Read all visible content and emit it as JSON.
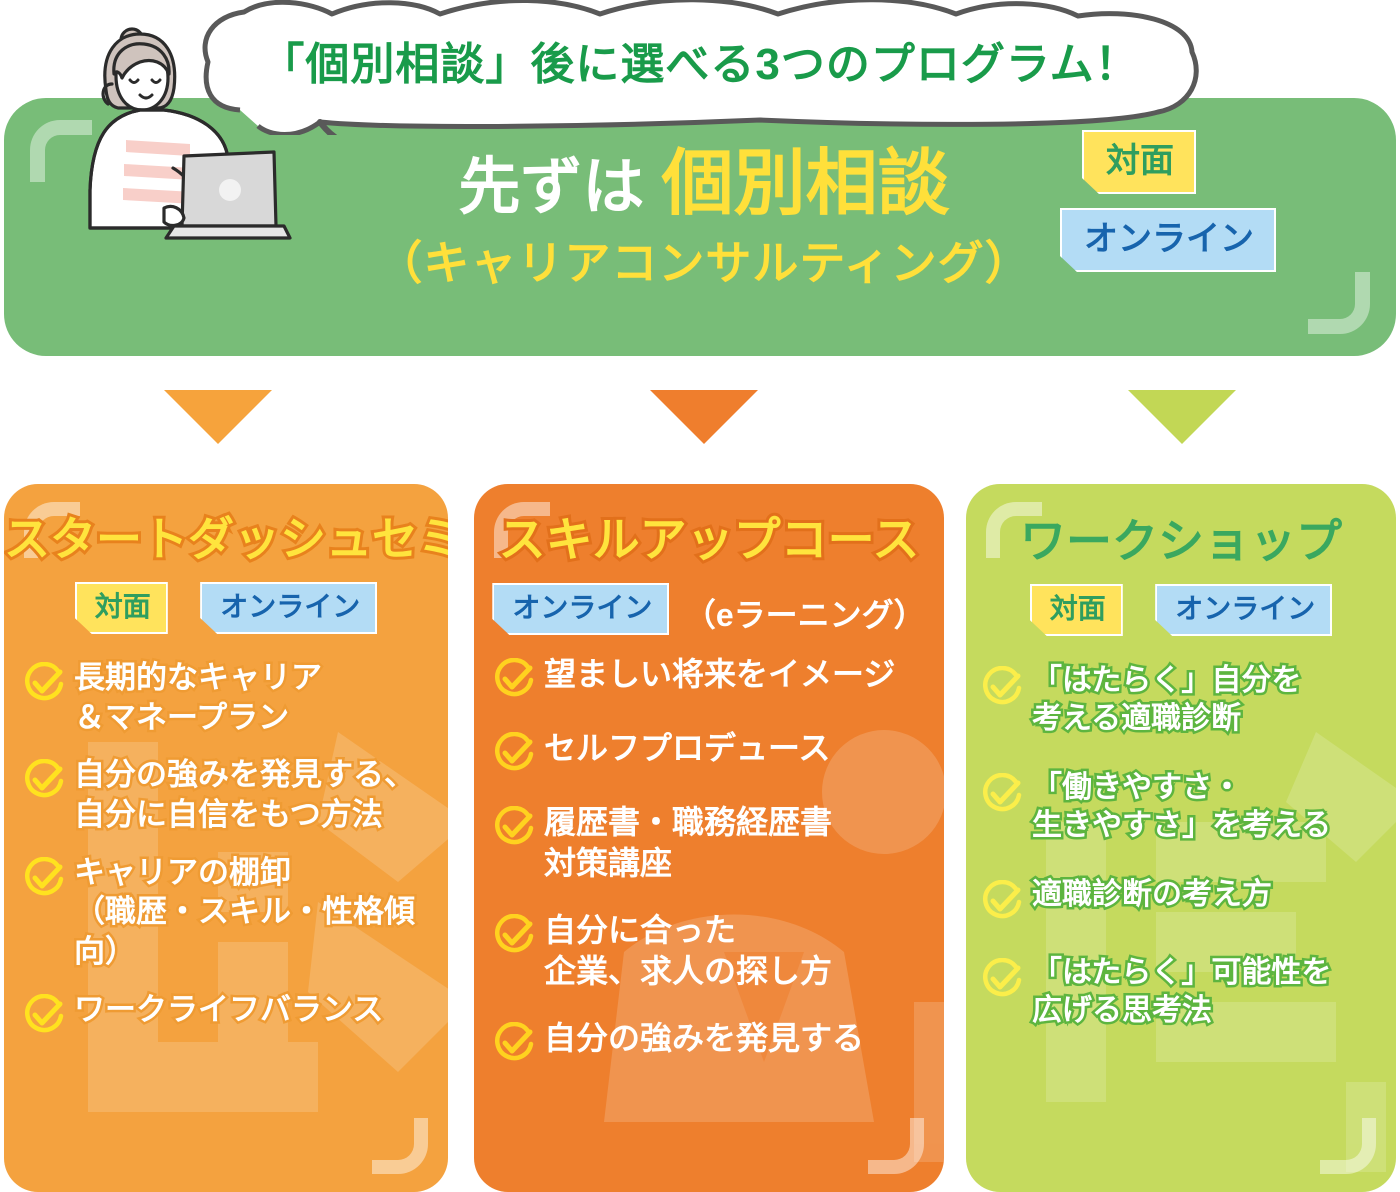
{
  "bubble": {
    "title": "「個別相談」後に選べる3つのプログラム！"
  },
  "hero": {
    "line1_plain": "先ずは",
    "line1_accent": "個別相談",
    "line2": "（キャリアコンサルティング）",
    "badges": [
      {
        "label": "対面",
        "style": "taimen"
      },
      {
        "label": "オンライン",
        "style": "online"
      }
    ]
  },
  "arrows": [
    {
      "color": "#f6a33c"
    },
    {
      "color": "#ef7e2d"
    },
    {
      "color": "#c2d755"
    }
  ],
  "colors": {
    "hero_green": "#78bd78",
    "title_green": "#199b4a",
    "accent_yellow": "#ffe03a",
    "card1_orange": "#f4a23f",
    "card2_orange": "#ee7f2d",
    "card3_green": "#c5da5e",
    "badge_yellow_bg": "#ffe35c",
    "badge_yellow_text": "#2f9e5f",
    "badge_blue_bg": "#b3dcf5",
    "badge_blue_text": "#1764ad",
    "check_yellow": "#ffe21f",
    "card3_title_green": "#3aa85f"
  },
  "cards": [
    {
      "title": "スタートダッシュセミナー",
      "badges": [
        {
          "label": "対面",
          "style": "taimen"
        },
        {
          "label": "オンライン",
          "style": "online"
        }
      ],
      "note": "",
      "items": [
        "長期的なキャリア\n＆マネープラン",
        "自分の強みを発見する、\n自分に自信をもつ方法",
        "キャリアの棚卸\n（職歴・スキル・性格傾向）",
        "ワークライフバランス"
      ]
    },
    {
      "title": "スキルアップコース",
      "badges": [
        {
          "label": "オンライン",
          "style": "online"
        }
      ],
      "note": "（eラーニング）",
      "items": [
        "望ましい将来をイメージ",
        "セルフプロデュース",
        "履歴書・職務経歴書\n対策講座",
        "自分に合った\n企業、求人の探し方",
        "自分の強みを発見する"
      ]
    },
    {
      "title": "ワークショップ",
      "badges": [
        {
          "label": "対面",
          "style": "taimen"
        },
        {
          "label": "オンライン",
          "style": "online"
        }
      ],
      "note": "",
      "items": [
        "「はたらく」自分を\n考える適職診断",
        "「働きやすさ・\n生きやすさ」を考える",
        "適職診断の考え方",
        "「はたらく」可能性を\n広げる思考法"
      ]
    }
  ],
  "icons": {
    "check": "check-circle-icon",
    "person": "person-with-laptop-illustration",
    "arrow": "down-triangle-arrow-icon"
  }
}
